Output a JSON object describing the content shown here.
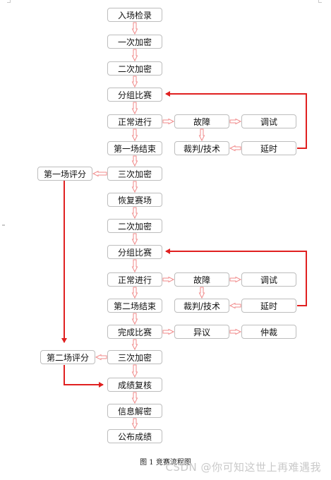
{
  "flow": {
    "left_nodes": {
      "score1": "第一场评分",
      "score2": "第二场评分"
    },
    "main_nodes": [
      "入场检录",
      "一次加密",
      "二次加密",
      "分组比赛",
      "正常进行",
      "第一场结束",
      "三次加密",
      "恢复赛场",
      "二次加密",
      "分组比赛",
      "正常进行",
      "第二场结束",
      "完成比赛",
      "三次加密",
      "成绩复核",
      "信息解密",
      "公布成绩"
    ],
    "branch_nodes": {
      "fault1": "故障",
      "debug1": "调试",
      "judge1": "裁判/技术",
      "delay1": "延时",
      "fault2": "故障",
      "debug2": "调试",
      "judge2": "裁判/技术",
      "delay2": "延时",
      "objection": "异议",
      "arbitration": "仲裁"
    }
  },
  "caption": "图 1 竞赛流程图",
  "watermark": "CSDN @你可知这世上再难遇我",
  "colors": {
    "hollow_arrow": "#f08a8a",
    "red_line": "#e02020",
    "box_border": "#bdbdbd"
  }
}
